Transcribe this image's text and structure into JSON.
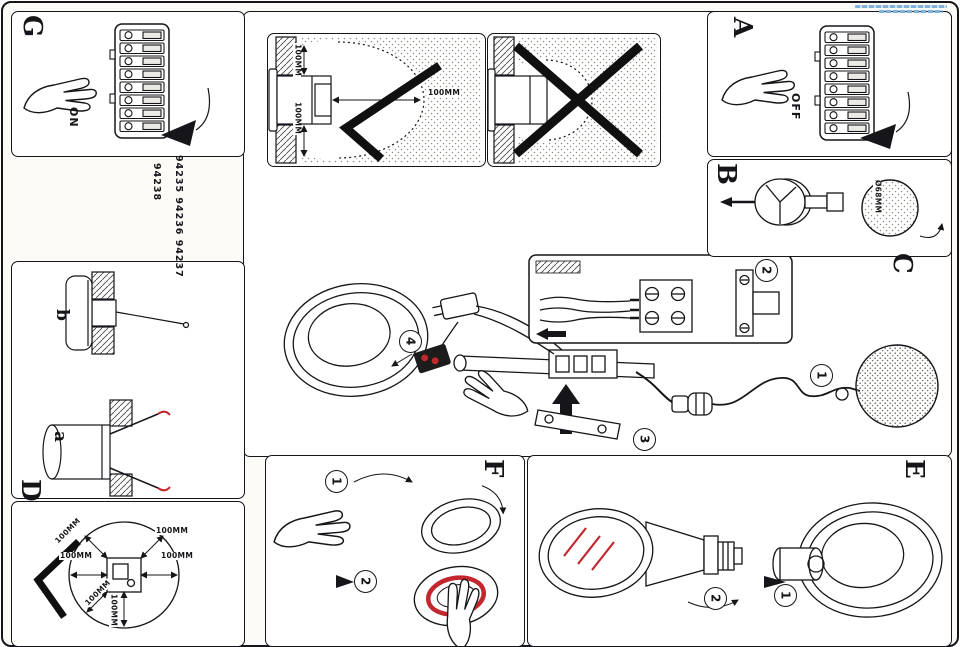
{
  "letters": {
    "A": "A",
    "B": "B",
    "C": "C",
    "D": "D",
    "E": "E",
    "F": "F",
    "G": "G"
  },
  "sub_figures": {
    "a": "a",
    "b": "b"
  },
  "models": [
    "94238",
    "94235 94236 94237"
  ],
  "power": {
    "on": "ON",
    "off": "OFF"
  },
  "measurements": {
    "clearance": "100MM",
    "hole_diameter": "Ø68MM"
  },
  "steps": [
    "1",
    "2",
    "3",
    "4"
  ],
  "colors": {
    "accent_red": "#c2272d",
    "watermark_blue": "#7fb2da",
    "ink": "#15151a",
    "paper": "#fcfbf8"
  },
  "icons": {
    "watermark": "manualslib-watermark",
    "check": "check-mark",
    "cross": "x-mark",
    "arrow": "solid-triangle-arrow"
  }
}
